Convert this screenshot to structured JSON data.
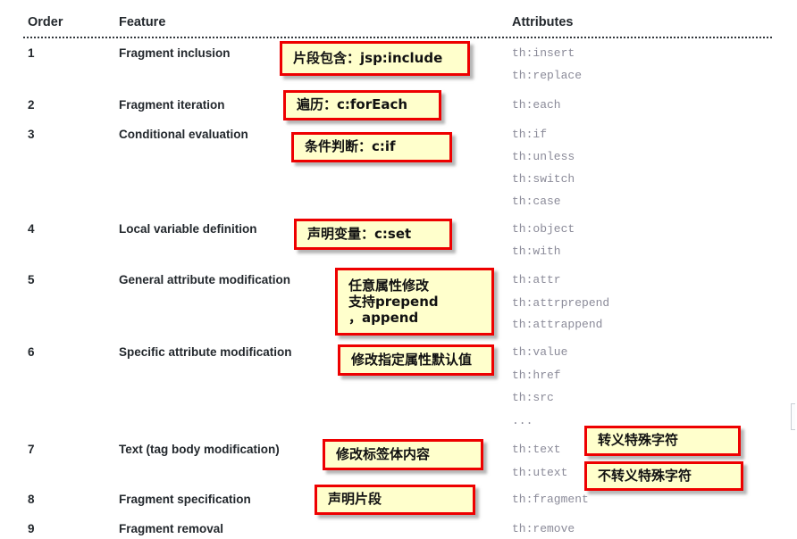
{
  "table": {
    "headers": {
      "order": "Order",
      "feature": "Feature",
      "attributes": "Attributes"
    },
    "rows": [
      {
        "order": "1",
        "feature": "Fragment inclusion",
        "attributes": [
          "th:insert",
          "th:replace"
        ]
      },
      {
        "order": "2",
        "feature": "Fragment iteration",
        "attributes": [
          "th:each"
        ]
      },
      {
        "order": "3",
        "feature": "Conditional evaluation",
        "attributes": [
          "th:if",
          "th:unless",
          "th:switch",
          "th:case"
        ]
      },
      {
        "order": "4",
        "feature": "Local variable definition",
        "attributes": [
          "th:object",
          "th:with"
        ]
      },
      {
        "order": "5",
        "feature": "General attribute modification",
        "attributes": [
          "th:attr",
          "th:attrprepend",
          "th:attrappend"
        ]
      },
      {
        "order": "6",
        "feature": "Specific attribute modification",
        "attributes": [
          "th:value",
          "th:href",
          "th:src",
          "..."
        ]
      },
      {
        "order": "7",
        "feature": "Text (tag body modification)",
        "attributes": [
          "th:text",
          "th:utext"
        ]
      },
      {
        "order": "8",
        "feature": "Fragment specification",
        "attributes": [
          "th:fragment"
        ]
      },
      {
        "order": "9",
        "feature": "Fragment removal",
        "attributes": [
          "th:remove"
        ]
      }
    ]
  },
  "annotations": [
    {
      "lines": [
        "片段包含：jsp:include"
      ]
    },
    {
      "lines": [
        "遍历：c:forEach"
      ]
    },
    {
      "lines": [
        "条件判断：c:if"
      ]
    },
    {
      "lines": [
        "声明变量：c:set"
      ]
    },
    {
      "lines": [
        "任意属性修改",
        "支持prepend",
        "，append"
      ]
    },
    {
      "lines": [
        "修改指定属性默认值"
      ]
    },
    {
      "lines": [
        "修改标签体内容"
      ]
    },
    {
      "lines": [
        "转义特殊字符"
      ]
    },
    {
      "lines": [
        "不转义特殊字符"
      ]
    },
    {
      "lines": [
        "声明片段"
      ]
    }
  ],
  "colors": {
    "callout_fill": "#ffffcc",
    "callout_border": "#ee0000",
    "header_text": "#23282d",
    "attribute_text": "#8b8b99",
    "page_background": "#ffffff"
  }
}
